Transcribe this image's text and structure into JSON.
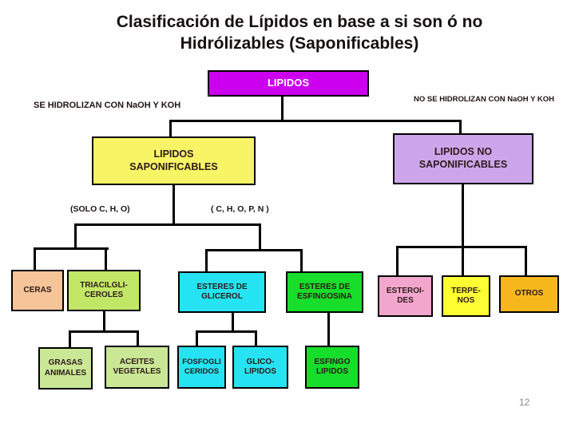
{
  "slide": {
    "title_line1": "Clasificación de Lípidos en base a si son ó no",
    "title_line2": "Hidrólizables  (Saponificables)",
    "page_number": "12"
  },
  "annotations": {
    "left_branch_label": "SE HIDROLIZAN CON NaOH Y KOH",
    "right_branch_label": "NO SE HIDROLIZAN CON NaOH Y KOH",
    "saponifiable_elements": "(SOLO C, H, O)",
    "non_saponifiable_elements": "( C, H, O, P, N )"
  },
  "colors": {
    "root_magenta": "#cc00ee",
    "saponifiable_yellow": "#f7f566",
    "non_saponifiable_purple": "#cda5eb",
    "peach": "#f5c498",
    "yellow_green": "#c2e767",
    "cyan": "#25e3f2",
    "green": "#17dd2b",
    "pink": "#f2a6cd",
    "bright_yellow": "#fefe33",
    "orange": "#f5b71c",
    "light_green": "#c9e795",
    "line_black": "#000000"
  },
  "nodes": {
    "lipidos": {
      "label": "LIPIDOS",
      "bg": "#cc00ee",
      "text_color": "#ffffff"
    },
    "saponificables": {
      "label": "LIPIDOS\nSAPONIFICABLES",
      "bg": "#f7f566"
    },
    "no_saponificables": {
      "label": "LIPIDOS NO\nSAPONIFICABLES",
      "bg": "#cda5eb"
    },
    "ceras": {
      "label": "CERAS",
      "bg": "#f5c498"
    },
    "triacilgliceroles": {
      "label": "TRIACILGLI-\nCEROLES",
      "bg": "#c2e767"
    },
    "esteres_glicerol": {
      "label": "ESTERES DE\nGLICEROL",
      "bg": "#25e3f2"
    },
    "esteres_esfingosina": {
      "label": "ESTERES DE\nESFINGOSINA",
      "bg": "#17dd2b"
    },
    "esteroides": {
      "label": "ESTEROI-\nDES",
      "bg": "#f2a6cd"
    },
    "terpenos": {
      "label": "TERPE-\nNOS",
      "bg": "#fefe33"
    },
    "otros": {
      "label": "OTROS",
      "bg": "#f5b71c"
    },
    "grasas_animales": {
      "label": "GRASAS\nANIMALES",
      "bg": "#c9e795"
    },
    "aceites_vegetales": {
      "label": "ACEITES\nVEGETALES",
      "bg": "#c9e795"
    },
    "fosfogliceridos": {
      "label": "FOSFOGLI\nCERIDOS",
      "bg": "#25e3f2"
    },
    "glicolipidos": {
      "label": "GLICO-\nLIPIDOS",
      "bg": "#25e3f2"
    },
    "esfingolipidos": {
      "label": "ESFINGO\nLIPIDOS",
      "bg": "#17dd2b"
    }
  }
}
